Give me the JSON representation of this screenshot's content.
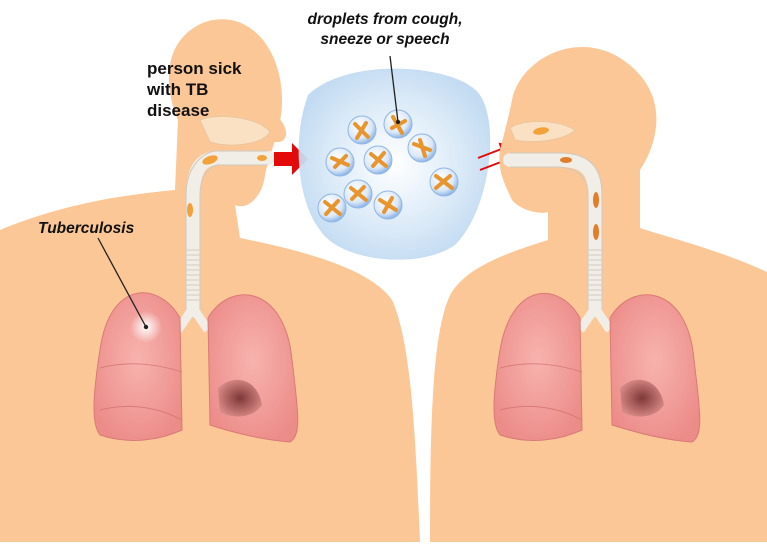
{
  "labels": {
    "sick_line1": "person sick",
    "sick_line2": "with TB",
    "sick_line3": "disease",
    "tuberculosis": "Tuberculosis",
    "droplets_line1": "droplets from cough,",
    "droplets_line2": "sneeze or speech"
  },
  "colors": {
    "skin": "#fcc796",
    "lung": "#f29a96",
    "lung_dark": "#b25a5a",
    "airway": "#eae7e0",
    "arrow": "#e30a0a",
    "bacteria": "#f2a13b",
    "bubble": "#c9dcf4"
  },
  "icons": {
    "transmission_arrow": "arrow-right-icon",
    "inhale_arrows": "double-arrow-icon"
  }
}
